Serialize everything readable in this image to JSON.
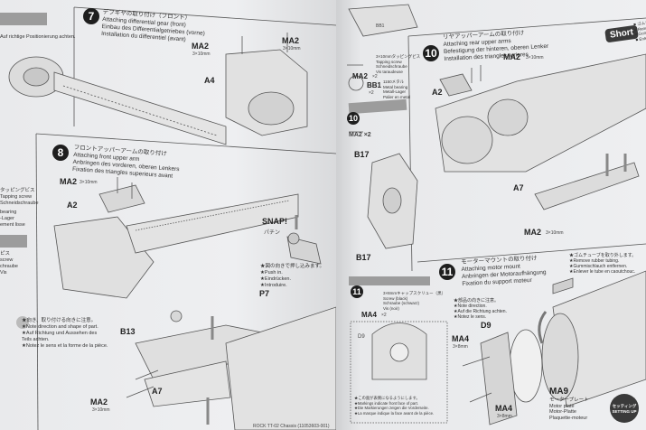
{
  "step7": {
    "number": "7",
    "title_jp": "デフギヤの取り付け（フロント）",
    "title_en": "Attaching differential gear (front)",
    "title_de": "Einbau des Differentialgetriebes (vorne)",
    "title_fr": "Installation du differentiel (avant)",
    "part_labels": {
      "ma2_a": "MA2",
      "ma2_a_size": "3×10mm",
      "ma2_b": "MA2",
      "ma2_b_size": "3×10mm",
      "a4": "A4"
    }
  },
  "step8": {
    "number": "8",
    "title_jp": "フロントアッパーアームの取り付け",
    "title_en": "Attaching front upper arm",
    "title_de": "Anbringen des vorderen, oberen Lenkers",
    "title_fr": "Fixation des triangles superieurs avant",
    "part_labels": {
      "ma2": "MA2",
      "ma2_size": "3×10mm",
      "a2": "A2",
      "p7": "P7",
      "b13": "B13",
      "a7": "A7",
      "ma2_bottom": "MA2",
      "ma2_bottom_size": "3×10mm"
    },
    "snap": {
      "label": "SNAP!",
      "label_jp": "パチン"
    },
    "push_note": [
      "★図の向きで押し込みます。",
      "★Push in.",
      "★Eindrücken.",
      "★Introduire."
    ],
    "direction_note": [
      "★向き、取り付ける向きに注意。",
      "★Note direction and shape of part.",
      "★Auf Richtung und Aussehen des",
      "Teils achten.",
      "★Notez le sens et la forme de la pièce."
    ]
  },
  "left_margin": {
    "notes": [
      "Auf richtige Positionierung achten.",
      "タッピングビス",
      "Tapping screw",
      "Schneidschraube",
      "bearing",
      "-Lager",
      "ement lisse",
      "ピス",
      "screw",
      "chraube",
      "Vis"
    ]
  },
  "right_side": {
    "parts_list_10": {
      "screw": "MA2",
      "count": "×2",
      "screw_desc": [
        "3×10mmタッピングビス",
        "Tapping screw",
        "Schneidschraube",
        "Vis taraudeuse"
      ],
      "bearing": "BB1",
      "bearing_count": "×2",
      "bearing_desc": [
        "1150メタル",
        "Metal bearing",
        "Metall-Lager",
        "Palier en metal"
      ]
    },
    "step10_small_badge": "10",
    "step10": {
      "number": "10",
      "title_jp": "リヤアッパーアームの取り付け",
      "title_en": "Attaching rear upper arms",
      "title_de": "Befestigung der hinteren, oberen Lenker",
      "title_fr": "Installation des triangles arrieres",
      "part_labels": {
        "ma2": "MA2",
        "ma2_size": "3×10mm",
        "a2": "A2",
        "b17_top": "B17",
        "b17_bottom": "B17",
        "a7": "A7",
        "ma2_b": "MA2",
        "ma2_b_size": "3×10mm"
      }
    },
    "short_badge": {
      "label": "Short",
      "lines": [
        "■ ゴムチューブを取り付けます。",
        "■ Remove rubber tubing.",
        "■ Gummischlauch entfernen.",
        "■ Enlever le tube en caoutchouc."
      ]
    },
    "parts_list_11": {
      "badge": "11",
      "screw": "MA4",
      "count": "×2",
      "desc": [
        "3×8mmキャップスクリュー（黒）",
        "Screw (black)",
        "Schraube (schwarz)",
        "Vis (noir)"
      ],
      "d9_label": "D9",
      "d9_note": [
        "★この面が表側になるようにします。",
        "★Markings indicate front face of part.",
        "★Die Markierungen zeigen die Vorderseite.",
        "★La marque indique la face avant de la pièce."
      ]
    },
    "step11": {
      "number": "11",
      "title_jp": "モーターマウントの取り付け",
      "title_en": "Attaching motor mount",
      "title_de": "Anbringen der Motoraufhängung",
      "title_fr": "Fixation du support moteur",
      "remove_note": [
        "★ゴムチューブを取り外します。",
        "★Remove rubber tubing.",
        "★Gummischlauch entfernen.",
        "★Enlever le tube en caoutchouc."
      ],
      "direction_note": [
        "★部品の向きに注意。",
        "★Note direction.",
        "★Auf die Richtung achten.",
        "★Notez le sens."
      ],
      "part_labels": {
        "d9": "D9",
        "ma4_a": "MA4",
        "ma4_a_size": "3×8mm",
        "ma4_b": "MA4",
        "ma4_b_size": "3×8mm",
        "ma9": "MA9"
      },
      "ma9_desc": [
        "モータープレート",
        "Motor plate",
        "Motor-Platte",
        "Plaquette-moteur"
      ],
      "setting_badge": {
        "jp": "セッティング",
        "en": "SETTING UP"
      }
    }
  },
  "footer_left": "ROCK TT-02 Chassis (11053603-001)"
}
